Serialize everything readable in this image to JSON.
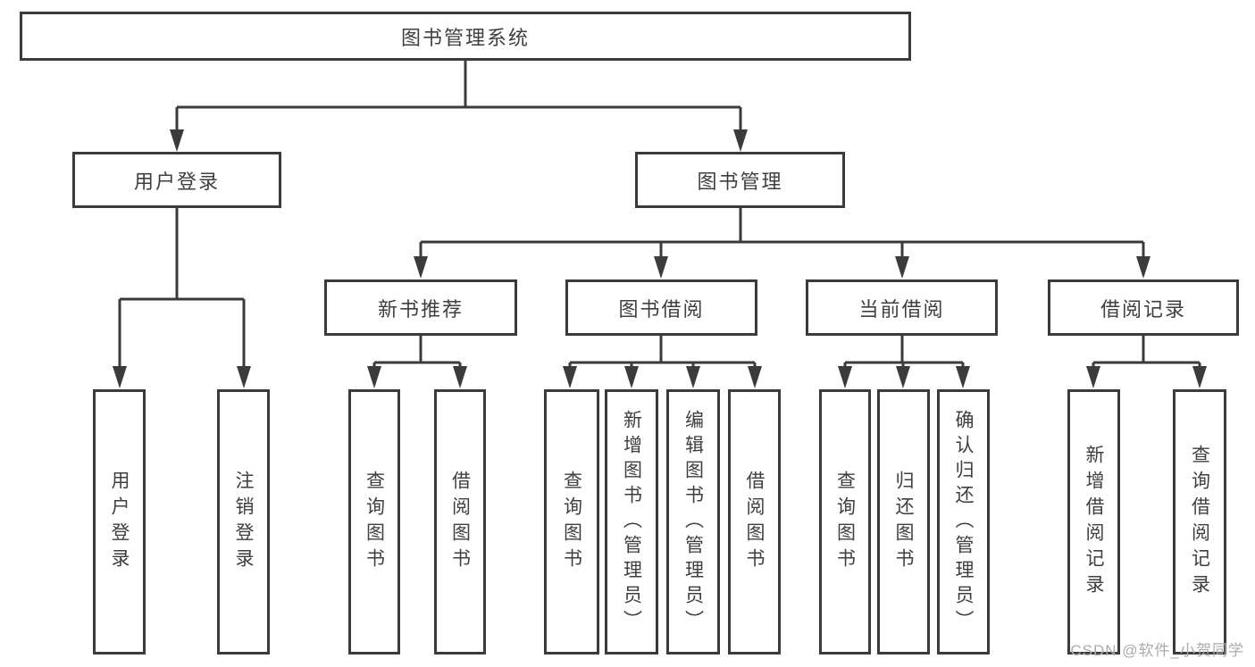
{
  "nodes": {
    "root": {
      "label": "图书管理系统"
    },
    "level2": [
      {
        "label": "用户登录"
      },
      {
        "label": "图书管理"
      }
    ],
    "level3": [
      {
        "label": "新书推荐"
      },
      {
        "label": "图书借阅"
      },
      {
        "label": "当前借阅"
      },
      {
        "label": "借阅记录"
      }
    ],
    "leaves": [
      {
        "label": "用户登录"
      },
      {
        "label": "注销登录"
      },
      {
        "label": "查询图书"
      },
      {
        "label": "借阅图书"
      },
      {
        "label": "查询图书"
      },
      {
        "label": "新增图书（管理员）"
      },
      {
        "label": "编辑图书（管理员）"
      },
      {
        "label": "借阅图书"
      },
      {
        "label": "查询图书"
      },
      {
        "label": "归还图书"
      },
      {
        "label": "确认归还（管理员）"
      },
      {
        "label": "新增借阅记录"
      },
      {
        "label": "查询借阅记录"
      }
    ]
  },
  "edges": [
    {
      "parent": "图书管理系统",
      "children": [
        "用户登录",
        "图书管理"
      ]
    },
    {
      "parent": "用户登录",
      "children": [
        "用户登录",
        "注销登录"
      ]
    },
    {
      "parent": "图书管理",
      "children": [
        "新书推荐",
        "图书借阅",
        "当前借阅",
        "借阅记录"
      ]
    },
    {
      "parent": "新书推荐",
      "children": [
        "查询图书",
        "借阅图书"
      ]
    },
    {
      "parent": "图书借阅",
      "children": [
        "查询图书",
        "新增图书（管理员）",
        "编辑图书（管理员）",
        "借阅图书"
      ]
    },
    {
      "parent": "当前借阅",
      "children": [
        "查询图书",
        "归还图书",
        "确认归还（管理员）"
      ]
    },
    {
      "parent": "借阅记录",
      "children": [
        "新增借阅记录",
        "查询借阅记录"
      ]
    }
  ],
  "watermark": {
    "text": "CSDN @软件_小贺同学",
    "color": "#ababab"
  },
  "colors": {
    "line": "#3b3b3b",
    "box_border": "#3b3b3b",
    "text": "#3f3f3f",
    "background": "#ffffff"
  }
}
